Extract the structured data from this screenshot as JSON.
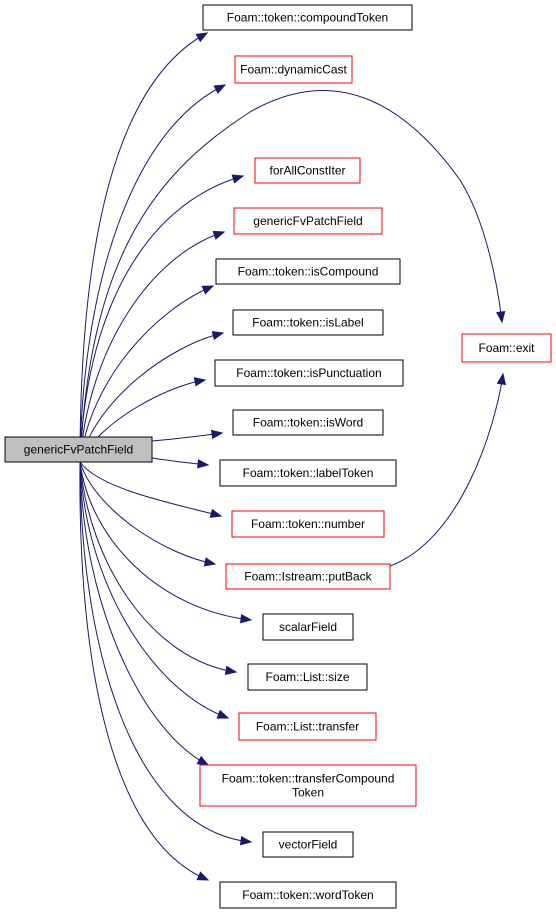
{
  "graph": {
    "root": {
      "label": "genericFvPatchField"
    },
    "nodes": [
      {
        "id": "compoundToken",
        "label": "Foam::token::compoundToken",
        "color": "#000000"
      },
      {
        "id": "dynamicCast",
        "label": "Foam::dynamicCast",
        "color": "#ff0000"
      },
      {
        "id": "forAllConstIter",
        "label": "forAllConstIter",
        "color": "#ff0000"
      },
      {
        "id": "genericFvPatchField2",
        "label": "genericFvPatchField",
        "color": "#ff0000"
      },
      {
        "id": "isCompound",
        "label": "Foam::token::isCompound",
        "color": "#000000"
      },
      {
        "id": "isLabel",
        "label": "Foam::token::isLabel",
        "color": "#000000"
      },
      {
        "id": "isPunctuation",
        "label": "Foam::token::isPunctuation",
        "color": "#000000"
      },
      {
        "id": "isWord",
        "label": "Foam::token::isWord",
        "color": "#000000"
      },
      {
        "id": "labelToken",
        "label": "Foam::token::labelToken",
        "color": "#000000"
      },
      {
        "id": "number",
        "label": "Foam::token::number",
        "color": "#ff0000"
      },
      {
        "id": "putBack",
        "label": "Foam::Istream::putBack",
        "color": "#ff0000"
      },
      {
        "id": "scalarField",
        "label": "scalarField",
        "color": "#000000"
      },
      {
        "id": "size",
        "label": "Foam::List::size",
        "color": "#000000"
      },
      {
        "id": "transfer",
        "label": "Foam::List::transfer",
        "color": "#ff0000"
      },
      {
        "id": "transferCompoundToken",
        "label": "Foam::token::transferCompound\nToken",
        "color": "#ff0000"
      },
      {
        "id": "vectorField",
        "label": "vectorField",
        "color": "#000000"
      },
      {
        "id": "wordToken",
        "label": "Foam::token::wordToken",
        "color": "#000000"
      },
      {
        "id": "exit",
        "label": "Foam::exit",
        "color": "#ff0000"
      }
    ],
    "edges": [
      [
        "root",
        "compoundToken"
      ],
      [
        "root",
        "dynamicCast"
      ],
      [
        "root",
        "exit"
      ],
      [
        "root",
        "forAllConstIter"
      ],
      [
        "root",
        "genericFvPatchField2"
      ],
      [
        "root",
        "isCompound"
      ],
      [
        "root",
        "isLabel"
      ],
      [
        "root",
        "isPunctuation"
      ],
      [
        "root",
        "isWord"
      ],
      [
        "root",
        "labelToken"
      ],
      [
        "root",
        "number"
      ],
      [
        "root",
        "putBack"
      ],
      [
        "root",
        "scalarField"
      ],
      [
        "root",
        "size"
      ],
      [
        "root",
        "transfer"
      ],
      [
        "root",
        "transferCompoundToken"
      ],
      [
        "root",
        "vectorField"
      ],
      [
        "root",
        "wordToken"
      ],
      [
        "putBack",
        "exit"
      ]
    ],
    "colors": {
      "edge": "#191970",
      "root_fill": "#bfbfbf",
      "node_fill": "#ffffff"
    }
  }
}
